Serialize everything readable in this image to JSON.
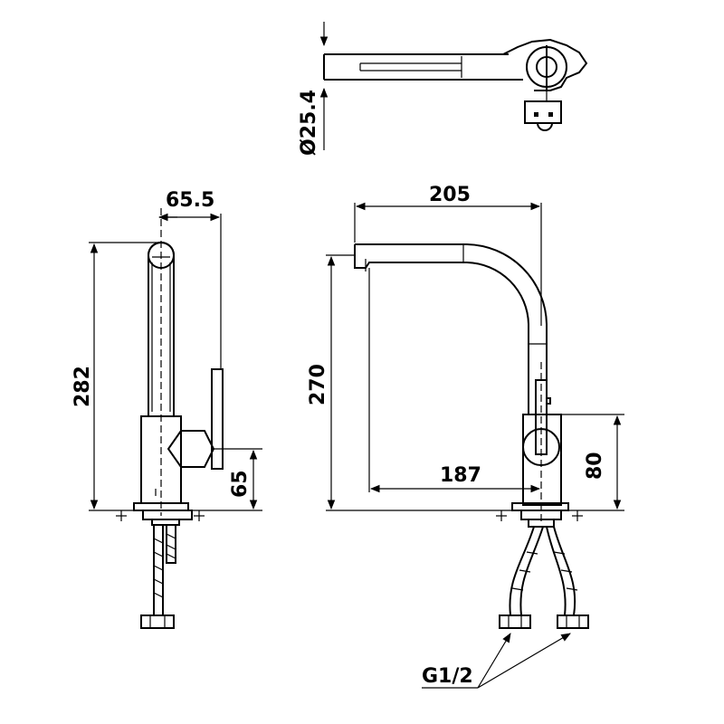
{
  "dimensions": {
    "top_diameter": "Ø25.4",
    "side_spout_offset": "65.5",
    "side_height": "282",
    "side_handle_height": "65",
    "front_reach": "205",
    "front_height": "270",
    "front_inner_reach": "187",
    "front_body_height": "80",
    "thread": "G1/2"
  }
}
